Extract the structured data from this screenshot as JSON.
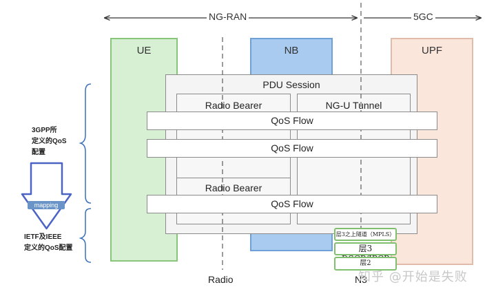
{
  "header": {
    "ngran": "NG-RAN",
    "fivegc": "5GC"
  },
  "columns": {
    "ue": "UE",
    "nb": "NB",
    "upf": "UPF"
  },
  "pdu": {
    "label": "PDU Session"
  },
  "bearers": {
    "radio_top": "Radio Bearer",
    "tunnel": "NG-U Tunnel",
    "radio_bottom": "Radio Bearer"
  },
  "flows": [
    "QoS Flow",
    "QoS Flow",
    "QoS Flow"
  ],
  "interfaces": {
    "radio": "Radio",
    "n3": "N3"
  },
  "left_annotations": {
    "top_lines": [
      "3GPP所",
      "定义的QoS",
      "配置"
    ],
    "mapping": "mapping",
    "bottom_lines": [
      "IETF及IEEE",
      "定义的QoS配置"
    ]
  },
  "layers": {
    "l3_tunnel": "层3之上隧道（MPLS）",
    "l3": "层3 DSCP/IPCP",
    "l2": "层2"
  },
  "watermark": "知乎 @开始是失败",
  "colors": {
    "ue_fill": "#d7efd2",
    "nb_fill": "#a9cbf0",
    "upf_fill": "#fbe6dc",
    "arrow": "#4a63c4",
    "layer_border": "#7fbf6e"
  }
}
